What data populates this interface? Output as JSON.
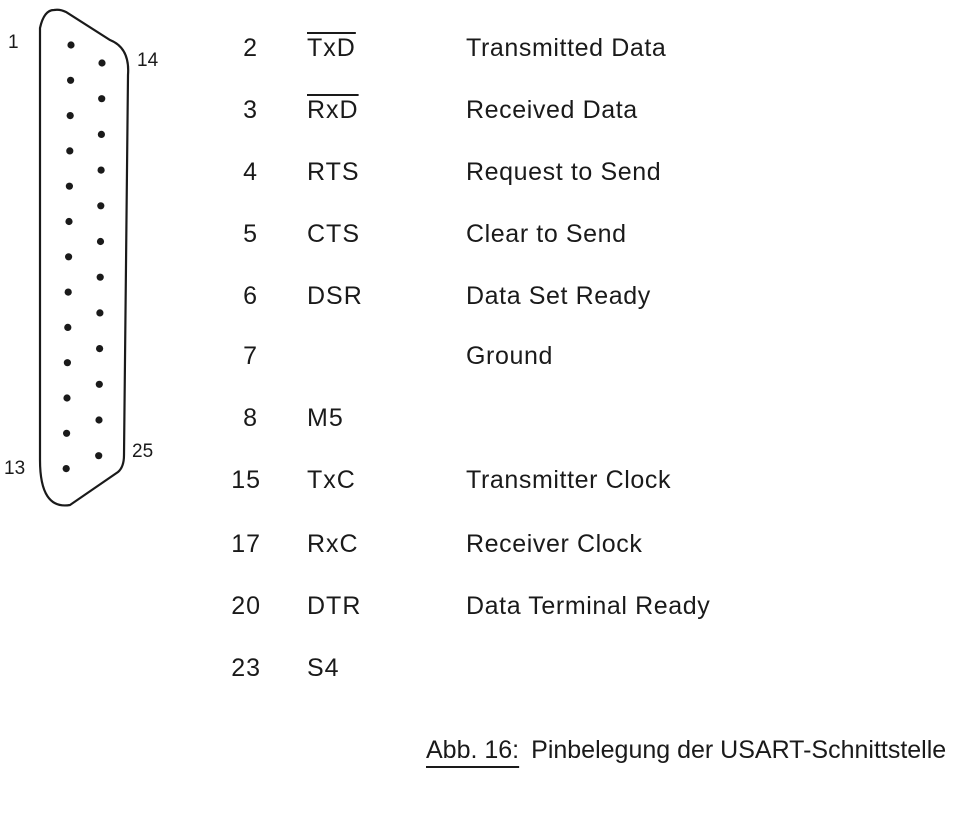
{
  "connector": {
    "labels": {
      "top_left": "1",
      "top_right": "14",
      "bottom_left": "13",
      "bottom_right": "25"
    }
  },
  "pins": [
    {
      "num": "2",
      "signal": "TxD",
      "overline": true,
      "description": "Transmitted Data"
    },
    {
      "num": "3",
      "signal": "RxD",
      "overline": true,
      "description": "Received Data"
    },
    {
      "num": "4",
      "signal": "RTS",
      "overline": false,
      "description": "Request to Send"
    },
    {
      "num": "5",
      "signal": "CTS",
      "overline": false,
      "description": "Clear to Send"
    },
    {
      "num": "6",
      "signal": "DSR",
      "overline": false,
      "description": "Data Set Ready"
    },
    {
      "num": "7",
      "signal": "",
      "overline": false,
      "description": "Ground"
    },
    {
      "num": "8",
      "signal": "M5",
      "overline": false,
      "description": ""
    },
    {
      "num": "15",
      "signal": "TxC",
      "overline": false,
      "description": "Transmitter Clock"
    },
    {
      "num": "17",
      "signal": "RxC",
      "overline": false,
      "description": "Receiver Clock"
    },
    {
      "num": "20",
      "signal": "DTR",
      "overline": false,
      "description": "Data Terminal Ready"
    },
    {
      "num": "23",
      "signal": "S4",
      "overline": false,
      "description": ""
    }
  ],
  "caption": {
    "label": "Abb. 16:",
    "text": "Pinbelegung der USART-Schnittstelle"
  }
}
